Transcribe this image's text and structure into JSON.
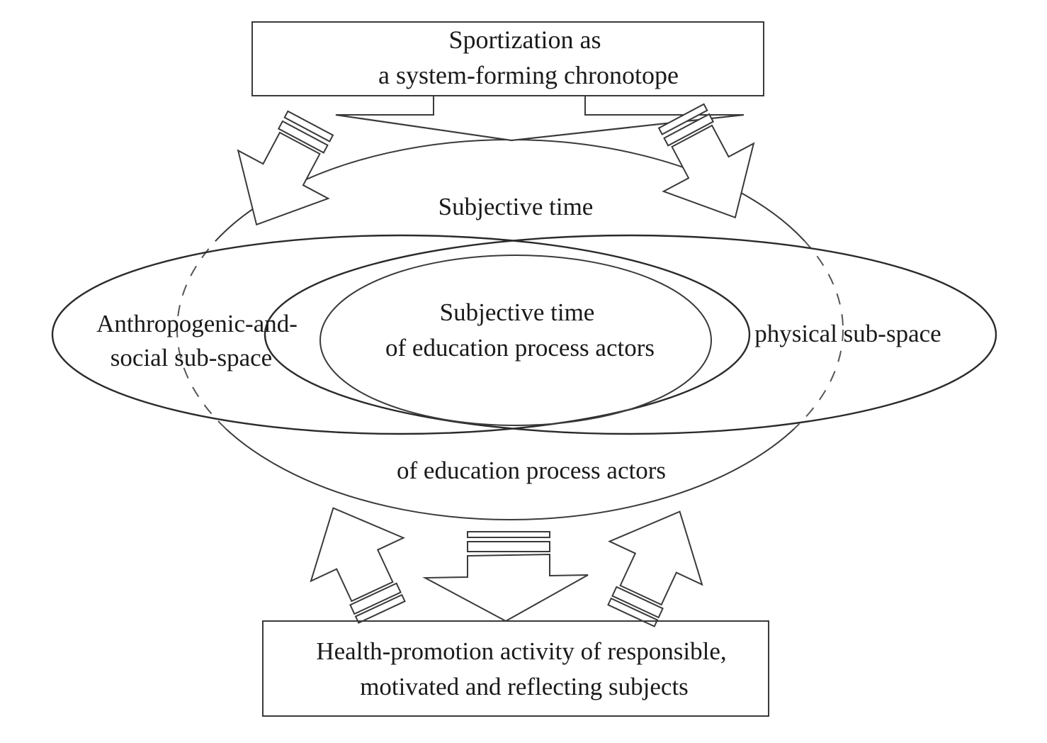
{
  "diagram": {
    "top_box": {
      "lines": [
        "Sportization as",
        "a system-forming chronotope"
      ]
    },
    "time_ellipse": {
      "top_label": "Subjective time",
      "bottom_label": "of education process actors"
    },
    "left_ellipse": {
      "lines": [
        "Anthropogenic-and-",
        "social sub-space"
      ]
    },
    "right_ellipse": {
      "label": "physical sub-space"
    },
    "center_ellipse": {
      "lines": [
        "Subjective time",
        "of education process actors"
      ]
    },
    "bottom_box": {
      "lines": [
        "Health-promotion activity of responsible,",
        "motivated and reflecting subjects"
      ]
    },
    "arrows": [
      {
        "name": "arrow-top-left",
        "direction": "down-left"
      },
      {
        "name": "arrow-top-right",
        "direction": "down-right"
      },
      {
        "name": "arrow-bottom-left",
        "direction": "up-left"
      },
      {
        "name": "arrow-bottom-center",
        "direction": "down"
      },
      {
        "name": "arrow-bottom-right",
        "direction": "up-right"
      }
    ],
    "colors": {
      "line": "#3a3a3a",
      "text": "#1a1a1a",
      "background": "#ffffff"
    }
  }
}
